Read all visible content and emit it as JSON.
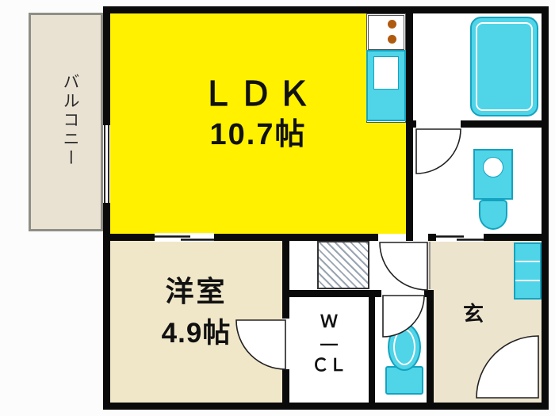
{
  "rooms": {
    "balcony": {
      "label": "バルコニー"
    },
    "ldk": {
      "label": "ＬＤＫ",
      "size": "10.7帖"
    },
    "bedroom": {
      "label": "洋室",
      "size": "4.9帖"
    },
    "closet": {
      "lines": [
        "Ｗ",
        "―",
        "ＣＬ"
      ]
    },
    "entrance": {
      "label": "玄"
    }
  },
  "colors": {
    "ldk_yellow": "#FFF100",
    "balcony_beige": "#E9E2D3",
    "bedroom_beige": "#F0E7C9",
    "entrance_beige": "#EDE4CE",
    "fixture_cyan": "#4FD4E8",
    "fixture_border": "#14A3C0",
    "stove_dots": "#B05A10",
    "wall_black": "#0A0A0A"
  }
}
